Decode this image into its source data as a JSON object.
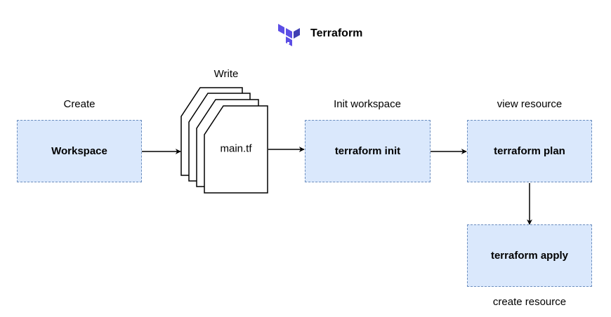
{
  "header": {
    "brand": "Terraform",
    "logo_icon": "terraform-logo-icon",
    "logo_color": "#5c4ee5"
  },
  "steps": {
    "workspace": {
      "caption": "Create",
      "label": "Workspace"
    },
    "file": {
      "caption": "Write",
      "label": "main.tf"
    },
    "init": {
      "caption": "Init workspace",
      "label": "terraform init"
    },
    "plan": {
      "caption": "view resource",
      "label": "terraform plan"
    },
    "apply": {
      "caption": "create resource",
      "label": "terraform apply"
    }
  },
  "colors": {
    "box_fill": "#dae8fc",
    "box_border": "#6c8ebf",
    "arrow": "#000000"
  }
}
